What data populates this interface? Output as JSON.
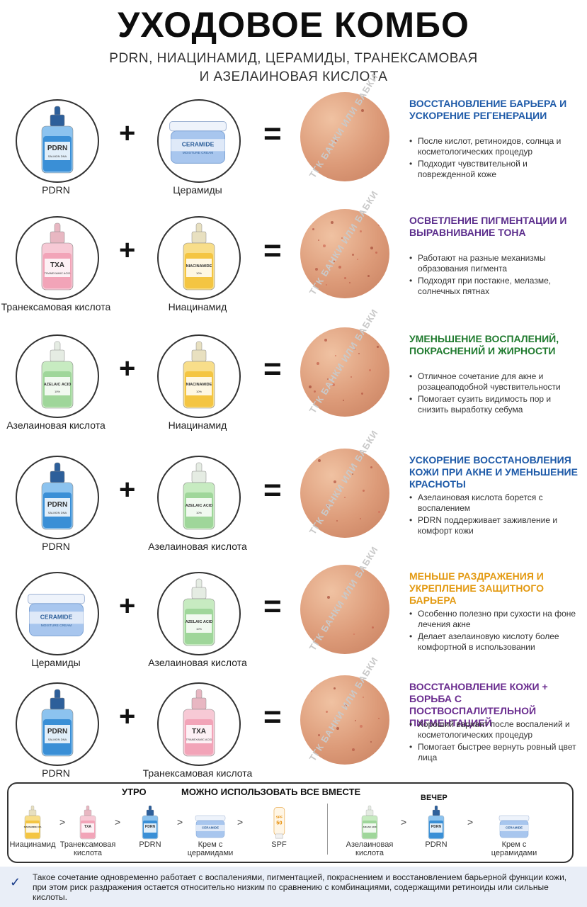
{
  "header": {
    "title": "УХОДОВОЕ КОМБО",
    "subtitle_line1": "PDRN, НИАЦИНАМИД, ЦЕРАМИДЫ, ТРАНЕКСАМОВАЯ",
    "subtitle_line2": "И АЗЕЛАИНОВАЯ КИСЛОТА"
  },
  "symbols": {
    "plus": "+",
    "equals": "="
  },
  "watermark": "ТГК БАНКИ ИЛИ БАБКИ",
  "colors": {
    "blue": "#1e5aa8",
    "purple": "#5b2d8c",
    "green": "#1f7a2e",
    "orange": "#e39a12",
    "violet": "#6a2c8f"
  },
  "combos": [
    {
      "left": {
        "label": "PDRN",
        "bottle_text": "PDRN",
        "bottle_sub": "SALMON DNA"
      },
      "right": {
        "label": "Церамиды",
        "bottle_text": "CERAMIDE",
        "bottle_sub": "MOISTURE CREAM"
      },
      "title": "ВОССТАНОВЛЕНИЕ БАРЬЕРА И УСКОРЕНИЕ РЕГЕНЕРАЦИИ",
      "color": "#1e5aa8",
      "bullets": [
        "После кислот, ретиноидов, солнца и косметологических процедур",
        "Подходит чувствительной и поврежденной коже"
      ]
    },
    {
      "left": {
        "label": "Транексамовая кислота",
        "bottle_text": "TXA",
        "bottle_sub": "TRANEXAMIC ACID"
      },
      "right": {
        "label": "Ниацинамид",
        "bottle_text": "NIACINAMIDE",
        "bottle_sub": "10%"
      },
      "title": "ОСВЕТЛЕНИЕ ПИГМЕНТАЦИИ И ВЫРАВНИВАНИЕ ТОНА",
      "color": "#5b2d8c",
      "bullets": [
        "Работают на разные механизмы образования пигмента",
        "Подходят при постакне, мелазме, солнечных пятнах"
      ]
    },
    {
      "left": {
        "label": "Азелаиновая кислота",
        "bottle_text": "AZELAIC ACID",
        "bottle_sub": "10%"
      },
      "right": {
        "label": "Ниацинамид",
        "bottle_text": "NIACINAMIDE",
        "bottle_sub": "10%"
      },
      "title": "УМЕНЬШЕНИЕ ВОСПАЛЕНИЙ, ПОКРАСНЕНИЙ И ЖИРНОСТИ",
      "color": "#1f7a2e",
      "bullets": [
        "Отличное сочетание для акне и розацеаподобной чувствительности",
        "Помогает сузить видимость пор и снизить выработку себума"
      ]
    },
    {
      "left": {
        "label": "PDRN",
        "bottle_text": "PDRN",
        "bottle_sub": "SALMON DNA"
      },
      "right": {
        "label": "Азелаиновая кислота",
        "bottle_text": "AZELAIC ACID",
        "bottle_sub": "10%"
      },
      "title": "УСКОРЕНИЕ ВОССТАНОВЛЕНИЯ КОЖИ ПРИ АКНЕ И УМЕНЬШЕНИЕ КРАСНОТЫ",
      "color": "#1e5aa8",
      "bullets": [
        "Азелаиновая кислота борется с воспалением",
        "PDRN поддерживает заживление и комфорт кожи"
      ]
    },
    {
      "left": {
        "label": "Церамиды",
        "bottle_text": "CERAMIDE",
        "bottle_sub": "MOISTURE CREAM"
      },
      "right": {
        "label": "Азелаиновая кислота",
        "bottle_text": "AZELAIC ACID",
        "bottle_sub": "10%"
      },
      "title": "МЕНЬШЕ РАЗДРАЖЕНИЯ И УКРЕПЛЕНИЕ ЗАЩИТНОГО БАРЬЕРА",
      "color": "#e39a12",
      "bullets": [
        "Особенно полезно при сухости на фоне лечения акне",
        "Делает азелаиновую кислоту более комфортной в использовании"
      ]
    },
    {
      "left": {
        "label": "PDRN",
        "bottle_text": "PDRN",
        "bottle_sub": "SALMON DNA"
      },
      "right": {
        "label": "Транексамовая кислота",
        "bottle_text": "TXA",
        "bottle_sub": "TRANEXAMIC ACID"
      },
      "title": "ВОССТАНОВЛЕНИЕ КОЖИ + БОРЬБА С ПОСТВОСПАЛИТЕЛЬНОЙ ПИГМЕНТАЦИЕЙ",
      "color": "#6a2c8f",
      "bullets": [
        "Хороший вариант после воспалений и косметологических процедур",
        "Помогает быстрее вернуть ровный цвет лица"
      ]
    }
  ],
  "routine": {
    "morning_label": "УТРО",
    "center_label": "МОЖНО ИСПОЛЬЗОВАТЬ ВСЕ ВМЕСТЕ",
    "evening_label": "ВЕЧЕР",
    "morning_items": [
      {
        "label": "Ниацинамид",
        "bottle_text": "NIACINAMIDE 10%"
      },
      {
        "label": "Транексамовая кислота",
        "bottle_text": "TXA"
      },
      {
        "label": "PDRN",
        "bottle_text": "PDRN"
      },
      {
        "label": "Крем с церамидами",
        "bottle_text": "CERAMIDE"
      },
      {
        "label": "SPF",
        "bottle_text": "SPF 50"
      }
    ],
    "evening_items": [
      {
        "label": "Азелаиновая кислота",
        "bottle_text": "AZELAIC ACID"
      },
      {
        "label": "PDRN",
        "bottle_text": "PDRN"
      },
      {
        "label": "Крем с церамидами",
        "bottle_text": "CERAMIDE"
      }
    ],
    "arrow": ">"
  },
  "footer": {
    "check": "✓",
    "text": "Такое сочетание одновременно работает с воспалениями, пигментацией, покраснением и восстановлением барьерной функции кожи, при этом риск раздражения остается относительно низким по сравнению с комбинациями, содержащими ретиноиды или сильные кислоты."
  }
}
